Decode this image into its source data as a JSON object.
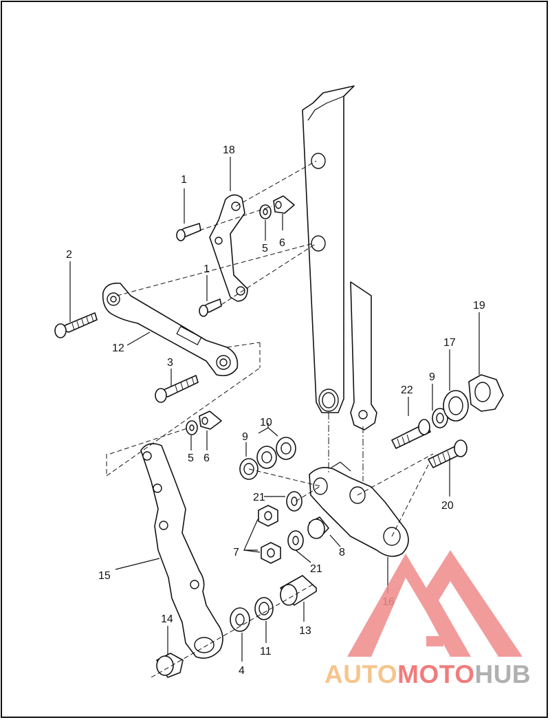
{
  "diagram": {
    "callouts": {
      "c1a": "1",
      "c1b": "1",
      "c2": "2",
      "c3": "3",
      "c4": "4",
      "c5a": "5",
      "c5b": "5",
      "c6a": "6",
      "c6b": "6",
      "c7": "7",
      "c8": "8",
      "c9a": "9",
      "c9b": "9",
      "c10": "10",
      "c11": "11",
      "c12": "12",
      "c13": "13",
      "c14": "14",
      "c15": "15",
      "c16": "16",
      "c17": "17",
      "c18": "18",
      "c19": "19",
      "c20": "20",
      "c21a": "21",
      "c21b": "21",
      "c22": "22"
    }
  },
  "watermark": {
    "part1": "AUTO",
    "part2": "MOTO",
    "part3": "HUB",
    "colors": {
      "auto": "#f6c48c",
      "moto": "#f07c7c",
      "hub": "#b0b0b0",
      "logo": "#f08a8a"
    }
  }
}
